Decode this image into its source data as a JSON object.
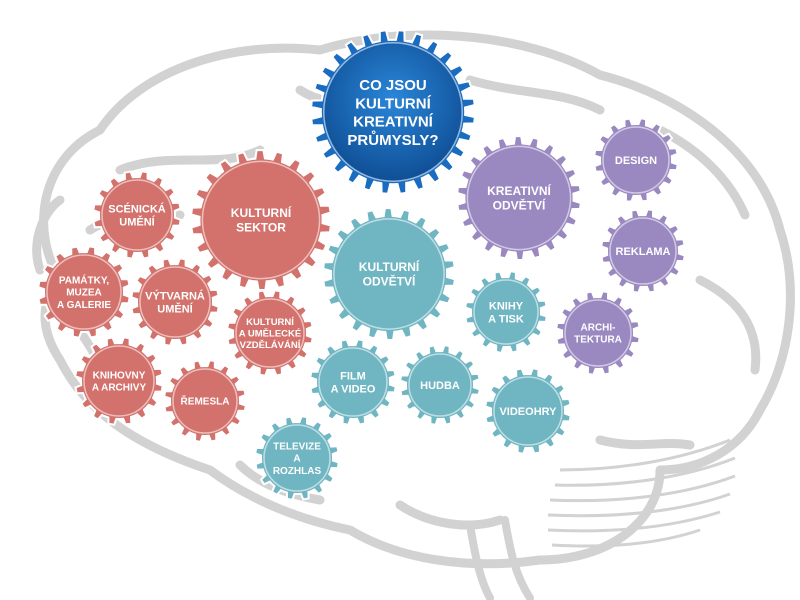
{
  "title_gear": {
    "lines": [
      "CO JSOU",
      "KULTURNÍ",
      "KREATIVNÍ",
      "PRŮMYSLY?"
    ],
    "color": "#1a6cc0"
  },
  "colors": {
    "cultural_sector": "#d3726c",
    "cultural_industries": "#6fb5c2",
    "creative_industries": "#9a88c0",
    "brain_outline": "#d4d4d4"
  },
  "gears": [
    {
      "id": "kulturni-sektor",
      "group": "cultural_sector",
      "lines": [
        "KULTURNÍ",
        "SEKTOR"
      ]
    },
    {
      "id": "scenicka-umeni",
      "group": "cultural_sector",
      "lines": [
        "SCÉNICKÁ",
        "UMĚNÍ"
      ]
    },
    {
      "id": "pamatky",
      "group": "cultural_sector",
      "lines": [
        "PAMÁTKY,",
        "MUZEA",
        "A GALERIE"
      ]
    },
    {
      "id": "vytvarna-umeni",
      "group": "cultural_sector",
      "lines": [
        "VÝTVARNÁ",
        "UMĚNÍ"
      ]
    },
    {
      "id": "kulturni-vzdelavani",
      "group": "cultural_sector",
      "lines": [
        "KULTURNÍ",
        "A UMĚLECKÉ",
        "VZDĚLÁVÁNÍ"
      ]
    },
    {
      "id": "knihovny",
      "group": "cultural_sector",
      "lines": [
        "KNIHOVNY",
        "A ARCHIVY"
      ]
    },
    {
      "id": "remesla",
      "group": "cultural_sector",
      "lines": [
        "ŘEMESLA"
      ]
    },
    {
      "id": "kulturni-odvetvi",
      "group": "cultural_industries",
      "lines": [
        "KULTURNÍ",
        "ODVĚTVÍ"
      ]
    },
    {
      "id": "knihy-tisk",
      "group": "cultural_industries",
      "lines": [
        "KNIHY",
        "A TISK"
      ]
    },
    {
      "id": "film-video",
      "group": "cultural_industries",
      "lines": [
        "FILM",
        "A VIDEO"
      ]
    },
    {
      "id": "hudba",
      "group": "cultural_industries",
      "lines": [
        "HUDBA"
      ]
    },
    {
      "id": "videohry",
      "group": "cultural_industries",
      "lines": [
        "VIDEOHRY"
      ]
    },
    {
      "id": "televize-rozhlas",
      "group": "cultural_industries",
      "lines": [
        "TELEVIZE",
        "A",
        "ROZHLAS"
      ]
    },
    {
      "id": "kreativni-odvetvi",
      "group": "creative_industries",
      "lines": [
        "KREATIVNÍ",
        "ODVĚTVÍ"
      ]
    },
    {
      "id": "design",
      "group": "creative_industries",
      "lines": [
        "DESIGN"
      ]
    },
    {
      "id": "reklama",
      "group": "creative_industries",
      "lines": [
        "REKLAMA"
      ]
    },
    {
      "id": "architektura",
      "group": "creative_industries",
      "lines": [
        "ARCHI-",
        "TEKTURA"
      ]
    }
  ]
}
